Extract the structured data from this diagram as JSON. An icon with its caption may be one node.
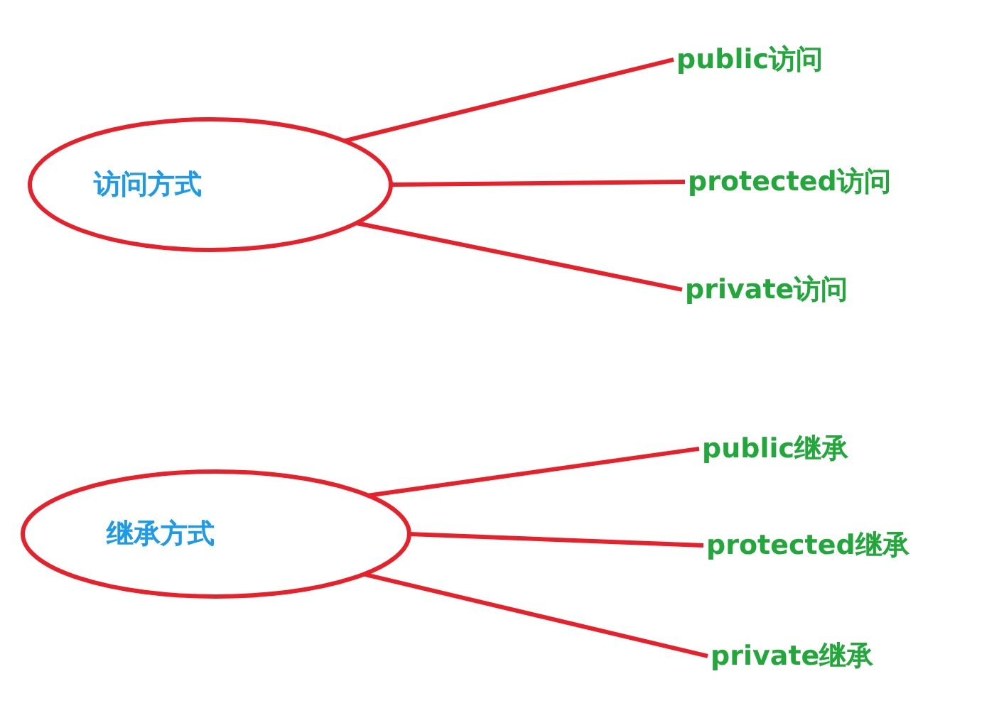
{
  "diagram": {
    "nodes": [
      {
        "text": [
          "访问方式"
        ]
      },
      {
        "text": [
          "public访问"
        ]
      },
      {
        "text": [
          "protected访问"
        ]
      },
      {
        "text": [
          "private访问"
        ]
      },
      {
        "text": [
          "继承方式"
        ]
      },
      {
        "text": [
          "public继承"
        ]
      },
      {
        "text": [
          "protected继承"
        ]
      },
      {
        "text": [
          "private继承"
        ]
      }
    ],
    "edges": [
      {
        "from": 0,
        "to": 1,
        "arrow": "none"
      },
      {
        "from": 0,
        "to": 2,
        "arrow": "none"
      },
      {
        "from": 0,
        "to": 3,
        "arrow": "none"
      },
      {
        "from": 4,
        "to": 5,
        "arrow": "none"
      },
      {
        "from": 4,
        "to": 6,
        "arrow": "none"
      },
      {
        "from": 4,
        "to": 7,
        "arrow": "none"
      }
    ]
  }
}
